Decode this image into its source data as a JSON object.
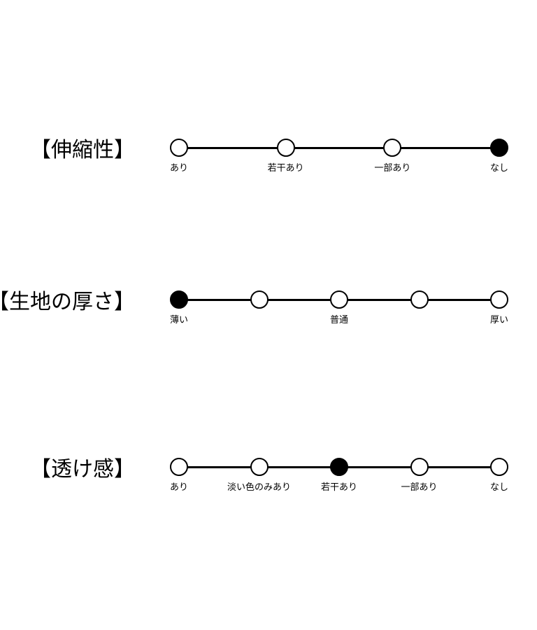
{
  "scales": [
    {
      "title": "【伸縮性】",
      "points": 4,
      "selected": 3,
      "labels": [
        {
          "pos": 0,
          "text": "あり"
        },
        {
          "pos": 1,
          "text": "若干あり"
        },
        {
          "pos": 2,
          "text": "一部あり"
        },
        {
          "pos": 3,
          "text": "なし"
        }
      ]
    },
    {
      "title": "【生地の厚さ】",
      "points": 5,
      "selected": 0,
      "labels": [
        {
          "pos": 0,
          "text": "薄い"
        },
        {
          "pos": 2,
          "text": "普通"
        },
        {
          "pos": 4,
          "text": "厚い"
        }
      ]
    },
    {
      "title": "【透け感】",
      "points": 5,
      "selected": 2,
      "labels": [
        {
          "pos": 0,
          "text": "あり"
        },
        {
          "pos": 1,
          "text": "淡い色のみあり"
        },
        {
          "pos": 2,
          "text": "若干あり"
        },
        {
          "pos": 3,
          "text": "一部あり"
        },
        {
          "pos": 4,
          "text": "なし"
        }
      ]
    }
  ]
}
